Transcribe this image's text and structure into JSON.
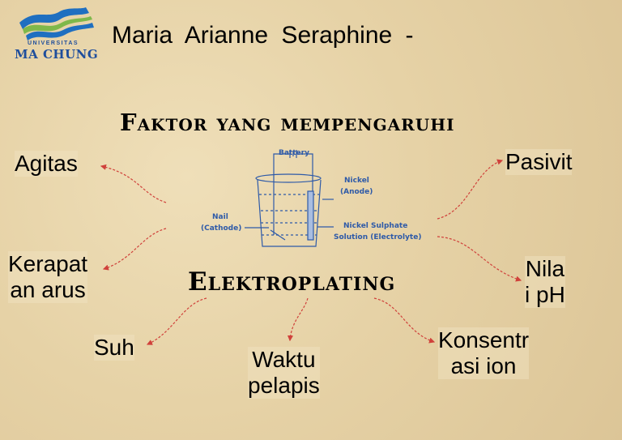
{
  "header": {
    "logo": {
      "line1": "UNIVERSITAS",
      "line2": "MA CHUNG",
      "colors": {
        "blue": "#1f6fc0",
        "green": "#7fb84a"
      }
    },
    "title": "Maria Arianne Seraphine - 511510003"
  },
  "diagram": {
    "heading_top": "Faktor yang mempengaruhi",
    "heading_bottom": "Elektroplating",
    "image_labels": {
      "battery": "Battery",
      "anode": [
        "Nickel",
        "(Anode)"
      ],
      "cathode": [
        "Nail",
        "(Cathode)"
      ],
      "electrolyte": [
        "Nickel Sulphate",
        "Solution (Electrolyte)"
      ]
    },
    "nodes": {
      "agitas": "Agitas",
      "kerapatan": [
        "Kerapat",
        "an arus"
      ],
      "suhu": "Suh",
      "waktu": [
        "Waktu",
        "pelapis"
      ],
      "konsentrasi": [
        "Konsentr",
        "asi ion"
      ],
      "ph": [
        "Nila",
        "i pH"
      ],
      "pasivit": "Pasivit"
    },
    "arrow_color": "#d0413b"
  }
}
